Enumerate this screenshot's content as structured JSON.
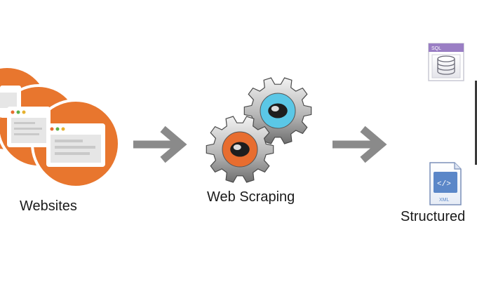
{
  "diagram": {
    "nodes": [
      {
        "id": "websites",
        "label": "Websites"
      },
      {
        "id": "web_scraping",
        "label": "Web Scraping"
      },
      {
        "id": "structured",
        "label": "Structured"
      }
    ],
    "edges": [
      {
        "from": "websites",
        "to": "web_scraping"
      },
      {
        "from": "web_scraping",
        "to": "structured"
      }
    ],
    "icons": {
      "sql": {
        "name": "sql-database-icon",
        "text": "SQL"
      },
      "xml": {
        "name": "xml-file-icon",
        "text": "XML"
      }
    },
    "colors": {
      "orange": "#e8762e",
      "arrow": "#8a8a8a",
      "gear_blue": "#5bc7e6",
      "gear_orange": "#e86d2f",
      "sql_purple": "#9a7ec4",
      "xml_blue": "#5b87c8"
    }
  }
}
